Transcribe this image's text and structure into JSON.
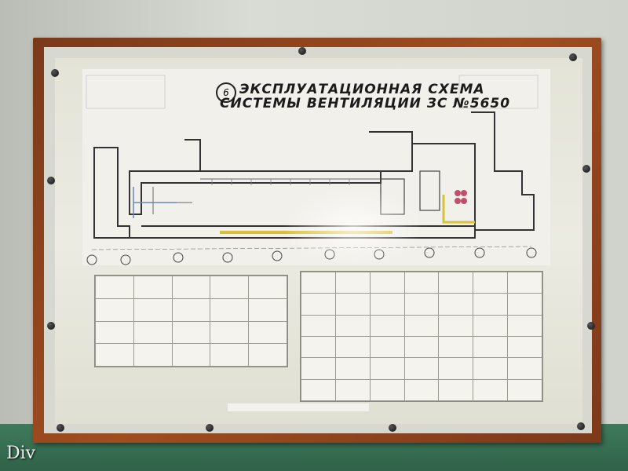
{
  "sign": {
    "number": "6",
    "title_line1": "ЭКСПЛУАТАЦИОННАЯ СХЕМА",
    "title_line2": "СИСТЕМЫ ВЕНТИЛЯЦИИ ЗС №5650"
  },
  "watermark": "Div",
  "colors": {
    "frame": "#a04d20",
    "wall": "#d0d3cb",
    "wainscot": "#2f6248",
    "paper": "#ecebe2"
  }
}
